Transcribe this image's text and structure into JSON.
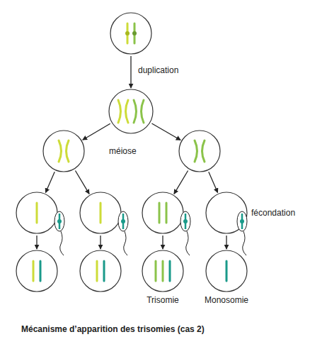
{
  "diagram": {
    "caption": "Mécanisme d’apparition des trisomies (cas 2)",
    "nodes": [
      {
        "text": []
      },
      {
        "text": []
      },
      {
        "text": []
      },
      {
        "text": []
      },
      {
        "text": []
      },
      {
        "text": []
      },
      {
        "text": []
      },
      {
        "text": []
      },
      {
        "text": []
      },
      {
        "text": []
      },
      {
        "text": [
          "Trisomie"
        ]
      },
      {
        "text": [
          "Monosomie"
        ]
      }
    ],
    "edges": [
      {
        "from": 0,
        "to": 1,
        "arrow": "to",
        "label": "duplication"
      },
      {
        "from": 1,
        "to": 2,
        "arrow": "to"
      },
      {
        "from": 1,
        "to": 3,
        "arrow": "to"
      },
      {
        "from": 2,
        "to": 4,
        "arrow": "to"
      },
      {
        "from": 2,
        "to": 5,
        "arrow": "to"
      },
      {
        "from": 3,
        "to": 6,
        "arrow": "to"
      },
      {
        "from": 3,
        "to": 7,
        "arrow": "to"
      },
      {
        "from": 4,
        "to": 8,
        "arrow": "to"
      },
      {
        "from": 5,
        "to": 9,
        "arrow": "to"
      },
      {
        "from": 6,
        "to": 10,
        "arrow": "to"
      },
      {
        "from": 7,
        "to": 11,
        "arrow": "to"
      }
    ],
    "labels": [
      "méiose",
      "fécondation"
    ]
  }
}
